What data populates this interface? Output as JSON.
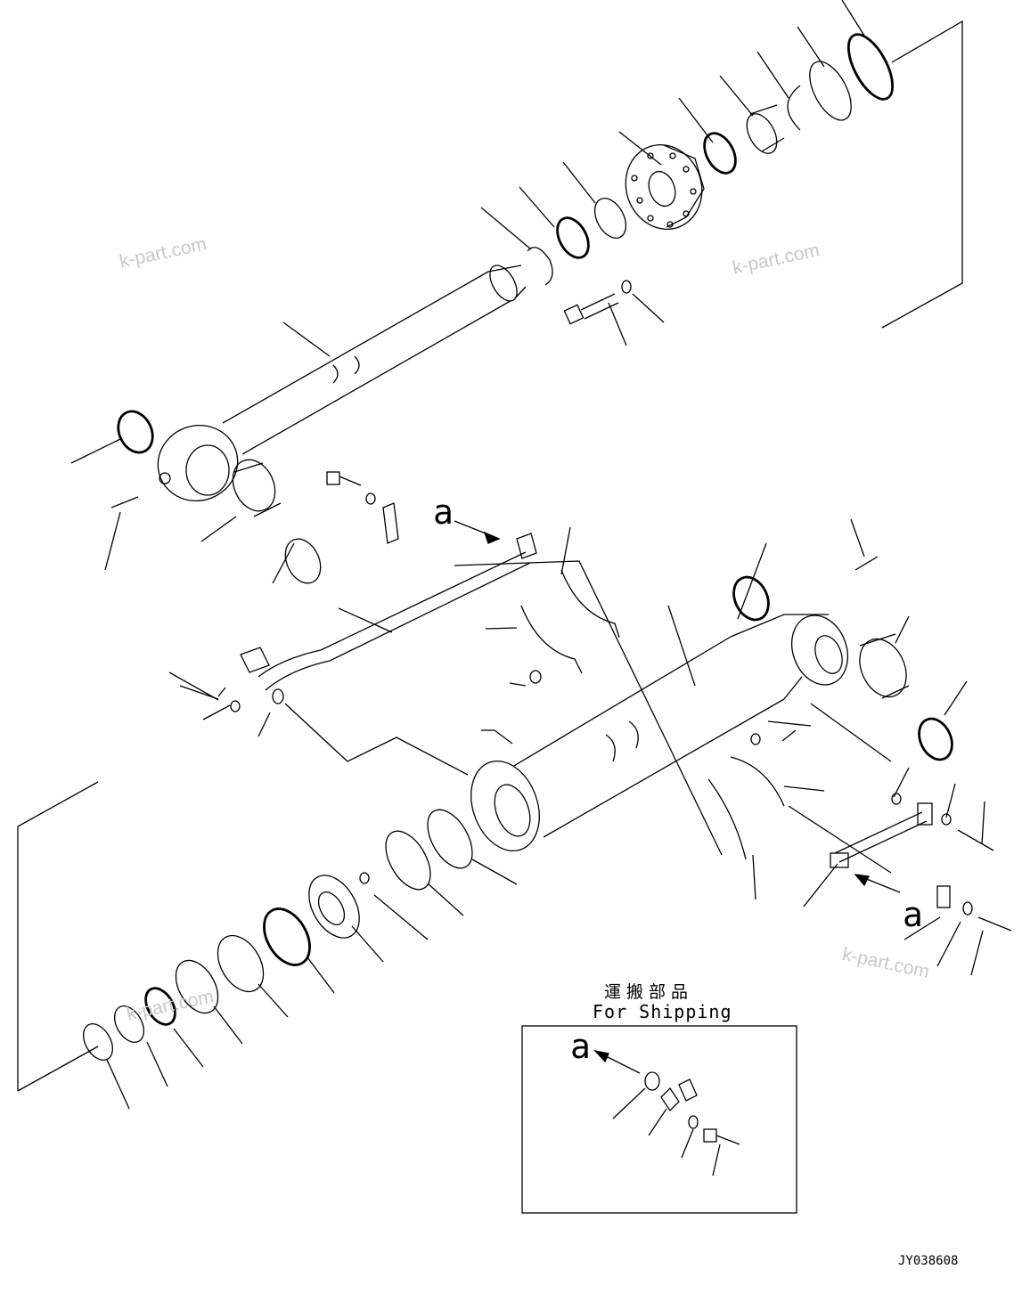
{
  "labels": {
    "ref_a": "a",
    "shipping_jp": "運搬部品",
    "shipping_en": "For Shipping",
    "drawing_code": "JY038608"
  },
  "watermarks": [
    "k-part.com",
    "k-part.com",
    "k-part.com",
    "k-part.com"
  ],
  "colors": {
    "line": "#000000",
    "watermark": "#c8c8c8",
    "background": "#ffffff"
  }
}
